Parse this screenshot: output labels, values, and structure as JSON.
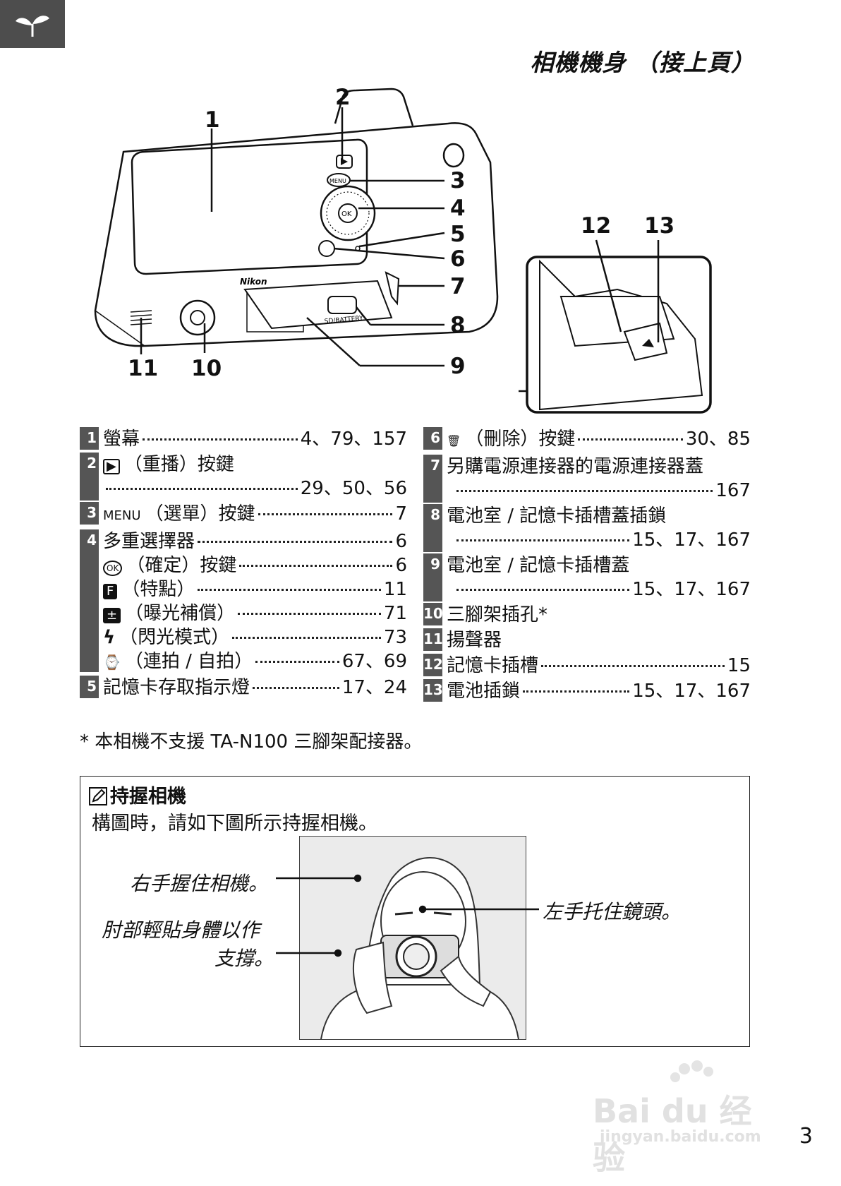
{
  "header": {
    "title": "相機機身 （接上頁）"
  },
  "callouts": [
    "1",
    "2",
    "3",
    "4",
    "5",
    "6",
    "7",
    "8",
    "9",
    "10",
    "11",
    "12",
    "13"
  ],
  "camera_text": {
    "brand": "Nikon",
    "card_label": "SD/BATTERY"
  },
  "legend_left": [
    {
      "num": "1",
      "lines": [
        {
          "label": "螢幕",
          "pages": "4、79、157"
        }
      ]
    },
    {
      "num": "2",
      "lines": [
        {
          "glyph": "▶",
          "label": "（重播）按鍵",
          "pages": ""
        },
        {
          "label": "",
          "pages": "29、50、56"
        }
      ]
    },
    {
      "num": "3",
      "lines": [
        {
          "glyph": "MENU",
          "label": "（選單）按鍵",
          "pages": "7"
        }
      ]
    },
    {
      "num": "4",
      "lines": [
        {
          "label": "多重選擇器",
          "pages": "6"
        },
        {
          "glyph": "OK",
          "label": "（確定）按鍵",
          "pages": "6"
        },
        {
          "glyph": "F",
          "label": "（特點）",
          "pages": "11"
        },
        {
          "glyph": "±",
          "label": "（曝光補償）",
          "pages": "71"
        },
        {
          "glyph": "ϟ",
          "label": "（閃光模式）",
          "pages": "73"
        },
        {
          "glyph": "⌚",
          "label": "（連拍 / 自拍）",
          "pages": "67、69"
        }
      ]
    },
    {
      "num": "5",
      "lines": [
        {
          "label": "記憶卡存取指示燈",
          "pages": "17、24"
        }
      ]
    }
  ],
  "legend_right": [
    {
      "num": "6",
      "lines": [
        {
          "glyph": "🗑",
          "label": "（刪除）按鍵",
          "pages": "30、85"
        }
      ]
    },
    {
      "num": "7",
      "lines": [
        {
          "label": "另購電源連接器的電源連接器蓋",
          "pages": ""
        },
        {
          "label": "",
          "pages": "167"
        }
      ]
    },
    {
      "num": "8",
      "lines": [
        {
          "label": "電池室 / 記憶卡插槽蓋插鎖",
          "pages": ""
        },
        {
          "label": "",
          "pages": "15、17、167"
        }
      ]
    },
    {
      "num": "9",
      "lines": [
        {
          "label": "電池室 / 記憶卡插槽蓋",
          "pages": ""
        },
        {
          "label": "",
          "pages": "15、17、167"
        }
      ]
    },
    {
      "num": "10",
      "lines": [
        {
          "label": "三腳架插孔*",
          "pages": ""
        }
      ]
    },
    {
      "num": "11",
      "lines": [
        {
          "label": "揚聲器",
          "pages": ""
        }
      ]
    },
    {
      "num": "12",
      "lines": [
        {
          "label": "記憶卡插槽",
          "pages": "15"
        }
      ]
    },
    {
      "num": "13",
      "lines": [
        {
          "label": "電池插鎖",
          "pages": "15、17、167"
        }
      ]
    }
  ],
  "footnote": "* 本相機不支援 TA-N100 三腳架配接器。",
  "tip": {
    "title": "持握相機",
    "body": "構圖時，請如下圖所示持握相機。",
    "captions": {
      "right_hand": "右手握住相機。",
      "elbow_line1": "肘部輕貼身體以作",
      "elbow_line2": "支撐。",
      "left_hand": "左手托住鏡頭。"
    }
  },
  "watermark": {
    "brand": "Bai du 经验",
    "url": "jingyan.baidu.com"
  },
  "page_number": "3"
}
